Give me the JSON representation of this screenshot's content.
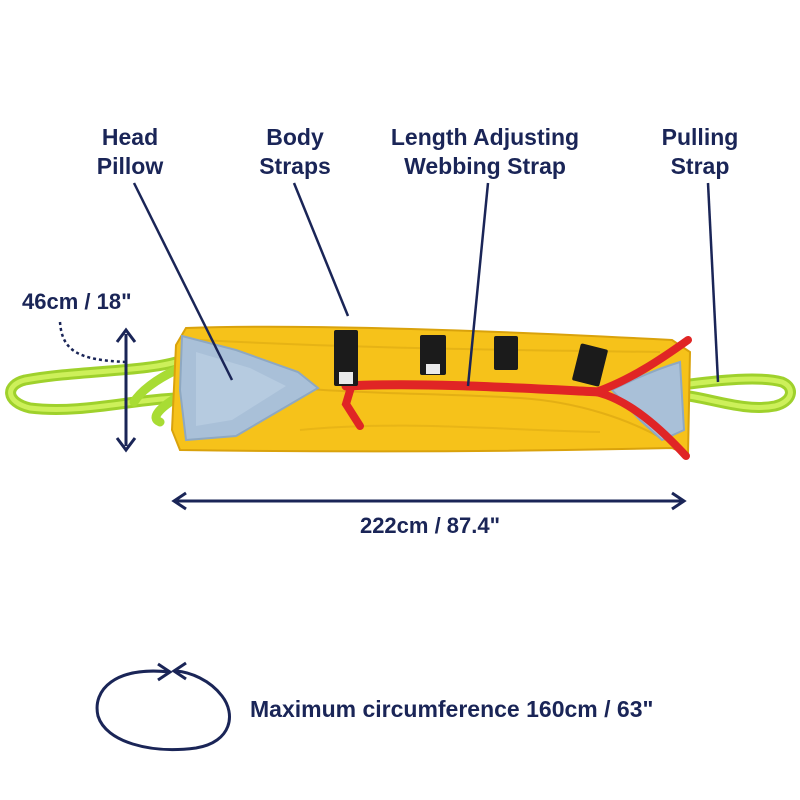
{
  "labels": {
    "head_pillow": [
      "Head",
      "Pillow"
    ],
    "body_straps": [
      "Body",
      "Straps"
    ],
    "length_strap": [
      "Length Adjusting",
      "Webbing Strap"
    ],
    "pulling_strap": [
      "Pulling",
      "Strap"
    ]
  },
  "dimensions": {
    "height": "46cm / 18\"",
    "length": "222cm / 87.4\"",
    "circumference": "Maximum circumference 160cm / 63\""
  },
  "colors": {
    "navy": "#1a2557",
    "sheet_yellow": "#f6c21a",
    "pillow_blue": "#a9c0d8",
    "strap_red": "#e02525",
    "strap_black": "#1b1b1b",
    "pull_green": "#b7e43a"
  }
}
